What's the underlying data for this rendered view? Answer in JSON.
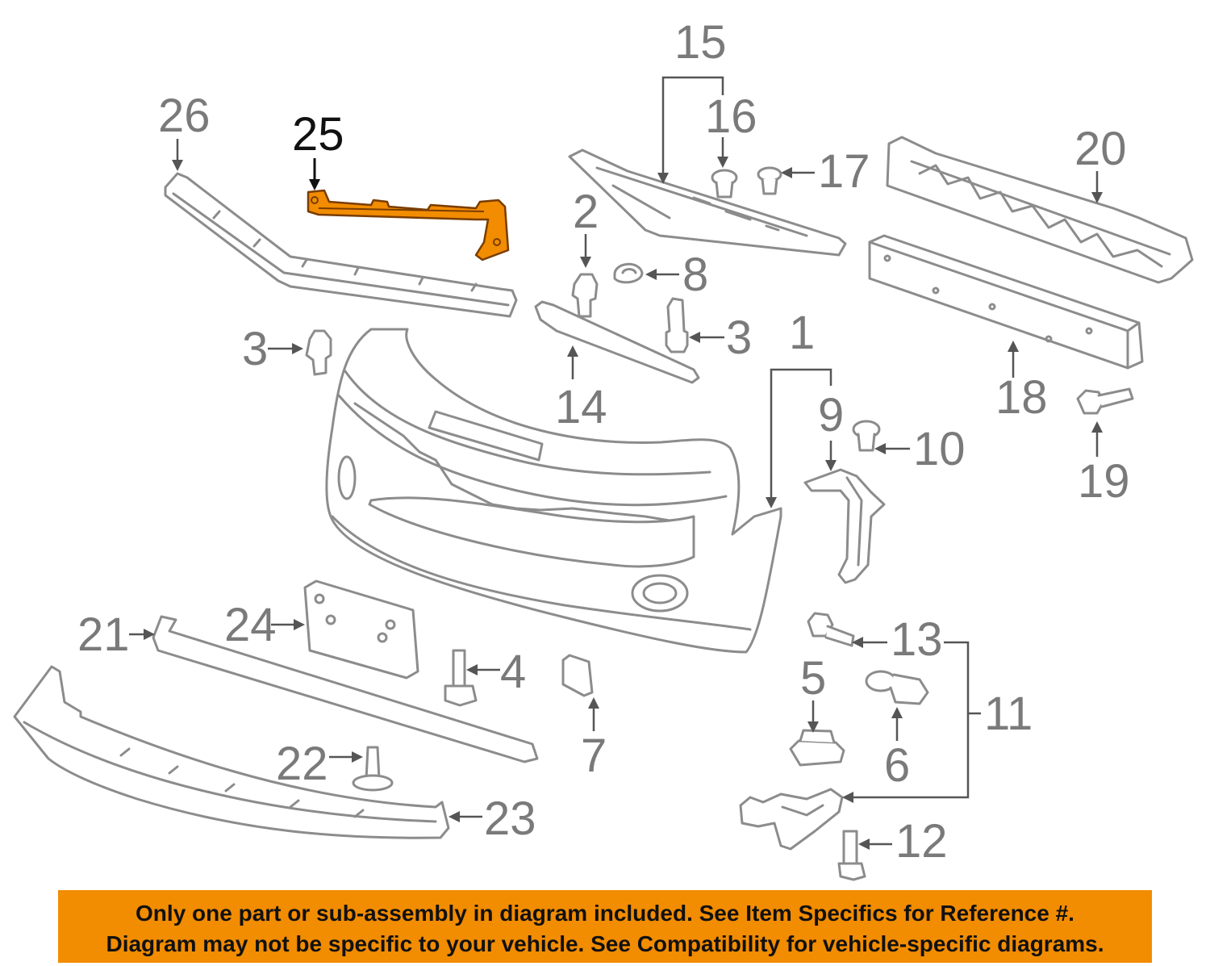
{
  "callouts": [
    {
      "id": "1",
      "text": "1"
    },
    {
      "id": "2",
      "text": "2"
    },
    {
      "id": "3a",
      "text": "3"
    },
    {
      "id": "3b",
      "text": "3"
    },
    {
      "id": "4",
      "text": "4"
    },
    {
      "id": "5",
      "text": "5"
    },
    {
      "id": "6",
      "text": "6"
    },
    {
      "id": "7",
      "text": "7"
    },
    {
      "id": "8",
      "text": "8"
    },
    {
      "id": "9",
      "text": "9"
    },
    {
      "id": "10",
      "text": "10"
    },
    {
      "id": "11",
      "text": "11"
    },
    {
      "id": "12",
      "text": "12"
    },
    {
      "id": "13",
      "text": "13"
    },
    {
      "id": "14",
      "text": "14"
    },
    {
      "id": "15",
      "text": "15"
    },
    {
      "id": "16",
      "text": "16"
    },
    {
      "id": "17",
      "text": "17"
    },
    {
      "id": "18",
      "text": "18"
    },
    {
      "id": "19",
      "text": "19"
    },
    {
      "id": "20",
      "text": "20"
    },
    {
      "id": "21",
      "text": "21"
    },
    {
      "id": "22",
      "text": "22"
    },
    {
      "id": "23",
      "text": "23"
    },
    {
      "id": "24",
      "text": "24"
    },
    {
      "id": "25",
      "text": "25"
    },
    {
      "id": "26",
      "text": "26"
    }
  ],
  "highlight": {
    "callout": "25",
    "color": "#f28c00"
  },
  "notice": {
    "line1": "Only one part or sub-assembly in diagram included. See Item Specifics for Reference #.",
    "line2": "Diagram may not be specific to your vehicle. See Compatibility for vehicle-specific diagrams.",
    "background": "#f28c00"
  }
}
